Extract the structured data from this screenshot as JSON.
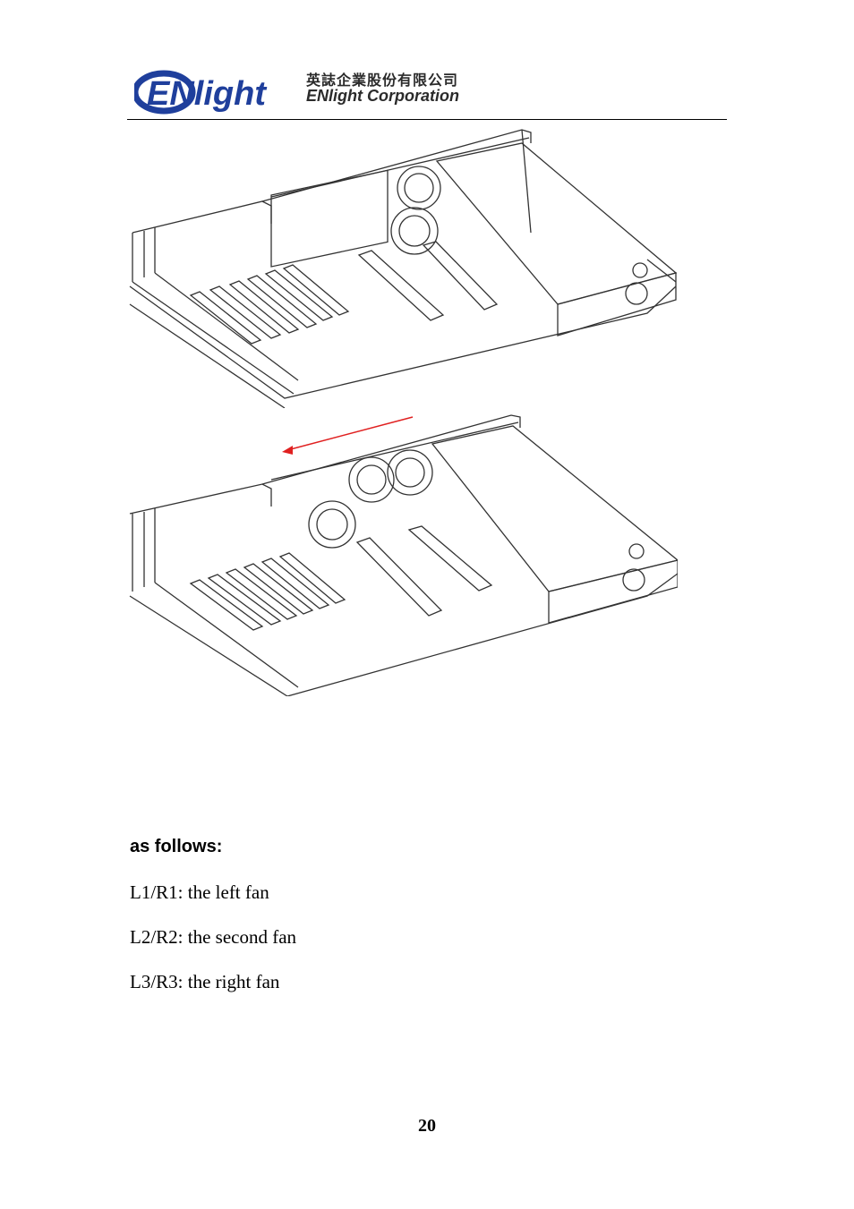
{
  "header": {
    "logo_text": "ENlight",
    "company_cn": "英誌企業股份有限公司",
    "company_en": "ENlight Corporation"
  },
  "figures": [
    {
      "name": "chassis-diagram-before"
    },
    {
      "name": "chassis-diagram-after"
    }
  ],
  "section": {
    "heading": "as follows:",
    "fan_lines": [
      "L1/R1: the left fan",
      "L2/R2: the second fan",
      "L3/R3: the right fan"
    ]
  },
  "page_number": "20",
  "colors": {
    "logo_blue": "#1f3f9c",
    "arrow_red": "#e02020",
    "line_art": "#333333"
  }
}
